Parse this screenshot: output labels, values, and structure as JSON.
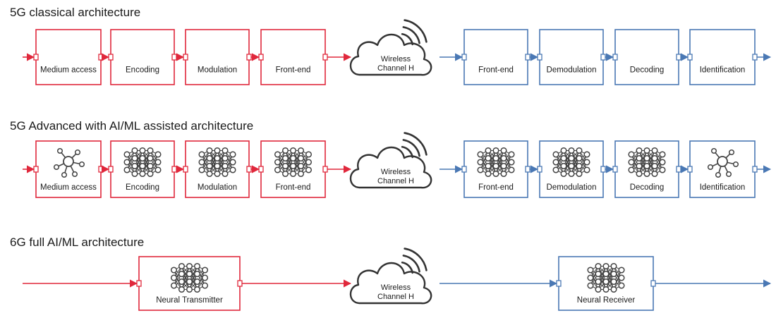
{
  "colors": {
    "tx": "#e0283c",
    "rx": "#4a78b4",
    "icon": "#444444"
  },
  "rows": [
    {
      "title": "5G classical architecture",
      "tx_blocks": [
        {
          "label": "Medium access",
          "icon": "none"
        },
        {
          "label": "Encoding",
          "icon": "none"
        },
        {
          "label": "Modulation",
          "icon": "none"
        },
        {
          "label": "Front-end",
          "icon": "none"
        }
      ],
      "channel": [
        "Wireless",
        "Channel H"
      ],
      "rx_blocks": [
        {
          "label": "Front-end",
          "icon": "none"
        },
        {
          "label": "Demodulation",
          "icon": "none"
        },
        {
          "label": "Decoding",
          "icon": "none"
        },
        {
          "label": "Identification",
          "icon": "none"
        }
      ]
    },
    {
      "title": "5G Advanced with AI/ML assisted architecture",
      "tx_blocks": [
        {
          "label": "Medium access",
          "icon": "graph-icon"
        },
        {
          "label": "Encoding",
          "icon": "neural-net-icon"
        },
        {
          "label": "Modulation",
          "icon": "neural-net-icon"
        },
        {
          "label": "Front-end",
          "icon": "neural-net-icon"
        }
      ],
      "channel": [
        "Wireless",
        "Channel H"
      ],
      "rx_blocks": [
        {
          "label": "Front-end",
          "icon": "neural-net-icon"
        },
        {
          "label": "Demodulation",
          "icon": "neural-net-icon"
        },
        {
          "label": "Decoding",
          "icon": "neural-net-icon"
        },
        {
          "label": "Identification",
          "icon": "graph-icon"
        }
      ]
    },
    {
      "title": "6G full AI/ML architecture",
      "tx_blocks": [
        {
          "label": "Neural Transmitter",
          "icon": "neural-net-icon"
        }
      ],
      "channel": [
        "Wireless",
        "Channel H"
      ],
      "rx_blocks": [
        {
          "label": "Neural Receiver",
          "icon": "neural-net-icon"
        }
      ]
    }
  ]
}
